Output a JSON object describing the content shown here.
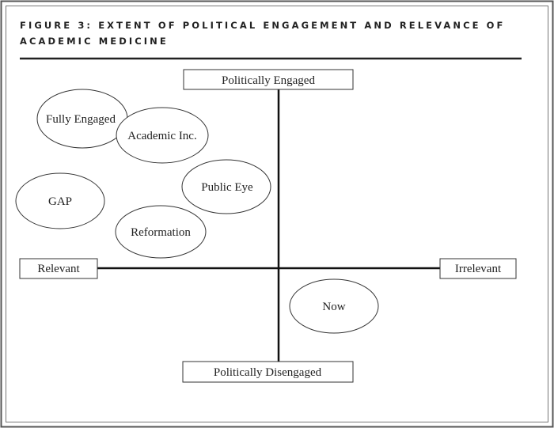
{
  "title_line1": "FIGURE 3: EXTENT OF POLITICAL ENGAGEMENT AND RELEVANCE OF",
  "title_line2": "ACADEMIC MEDICINE",
  "axes": {
    "top": "Politically Engaged",
    "bottom": "Politically Disengaged",
    "left": "Relevant",
    "right": "Irrelevant"
  },
  "ellipses": {
    "fully_engaged": "Fully Engaged",
    "academic_inc": "Academic Inc.",
    "public_eye": "Public Eye",
    "gap": "GAP",
    "reformation": "Reformation",
    "now": "Now"
  }
}
